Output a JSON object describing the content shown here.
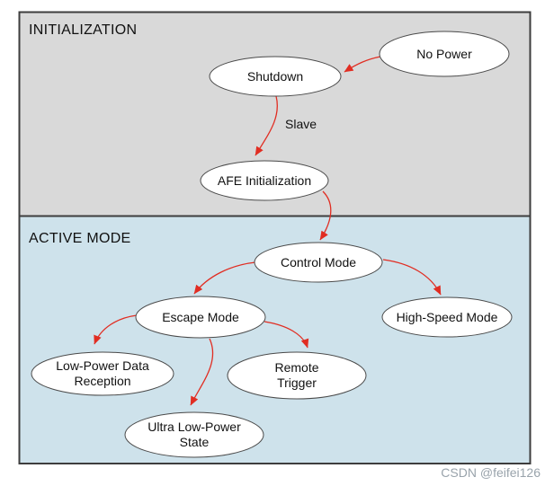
{
  "sections": {
    "initialization": {
      "label": "INITIALIZATION",
      "bg": "#d9d9d9"
    },
    "active_mode": {
      "label": "ACTIVE MODE",
      "bg": "#cee2eb"
    }
  },
  "nodes": {
    "no_power": {
      "label": "No Power"
    },
    "shutdown": {
      "label": "Shutdown"
    },
    "afe_initialization": {
      "label": "AFE Initialization"
    },
    "control_mode": {
      "label": "Control Mode"
    },
    "high_speed_mode": {
      "label": "High-Speed Mode"
    },
    "escape_mode": {
      "label": "Escape Mode"
    },
    "low_power_data_reception": {
      "line1": "Low-Power Data",
      "line2": "Reception"
    },
    "remote_trigger": {
      "line1": "Remote",
      "line2": "Trigger"
    },
    "ultra_low_power_state": {
      "line1": "Ultra Low-Power",
      "line2": "State"
    }
  },
  "edges": {
    "slave_label": "Slave",
    "list": [
      {
        "from": "No Power",
        "to": "Shutdown",
        "label": ""
      },
      {
        "from": "Shutdown",
        "to": "AFE Initialization",
        "label": "Slave"
      },
      {
        "from": "AFE Initialization",
        "to": "Control Mode",
        "label": ""
      },
      {
        "from": "Control Mode",
        "to": "High-Speed Mode",
        "label": ""
      },
      {
        "from": "Control Mode",
        "to": "Escape Mode",
        "label": ""
      },
      {
        "from": "Escape Mode",
        "to": "Low-Power Data Reception",
        "label": ""
      },
      {
        "from": "Escape Mode",
        "to": "Remote Trigger",
        "label": ""
      },
      {
        "from": "Escape Mode",
        "to": "Ultra Low-Power State",
        "label": ""
      }
    ]
  },
  "watermark": "CSDN @feifei126",
  "colors": {
    "arrow": "#e12d22",
    "node_fill": "#ffffff",
    "node_border": "#4a4a4a",
    "box_border": "#3d3d3d",
    "initialization_bg": "#d9d9d9",
    "active_mode_bg": "#cee2eb",
    "watermark": "#99a3ab"
  }
}
